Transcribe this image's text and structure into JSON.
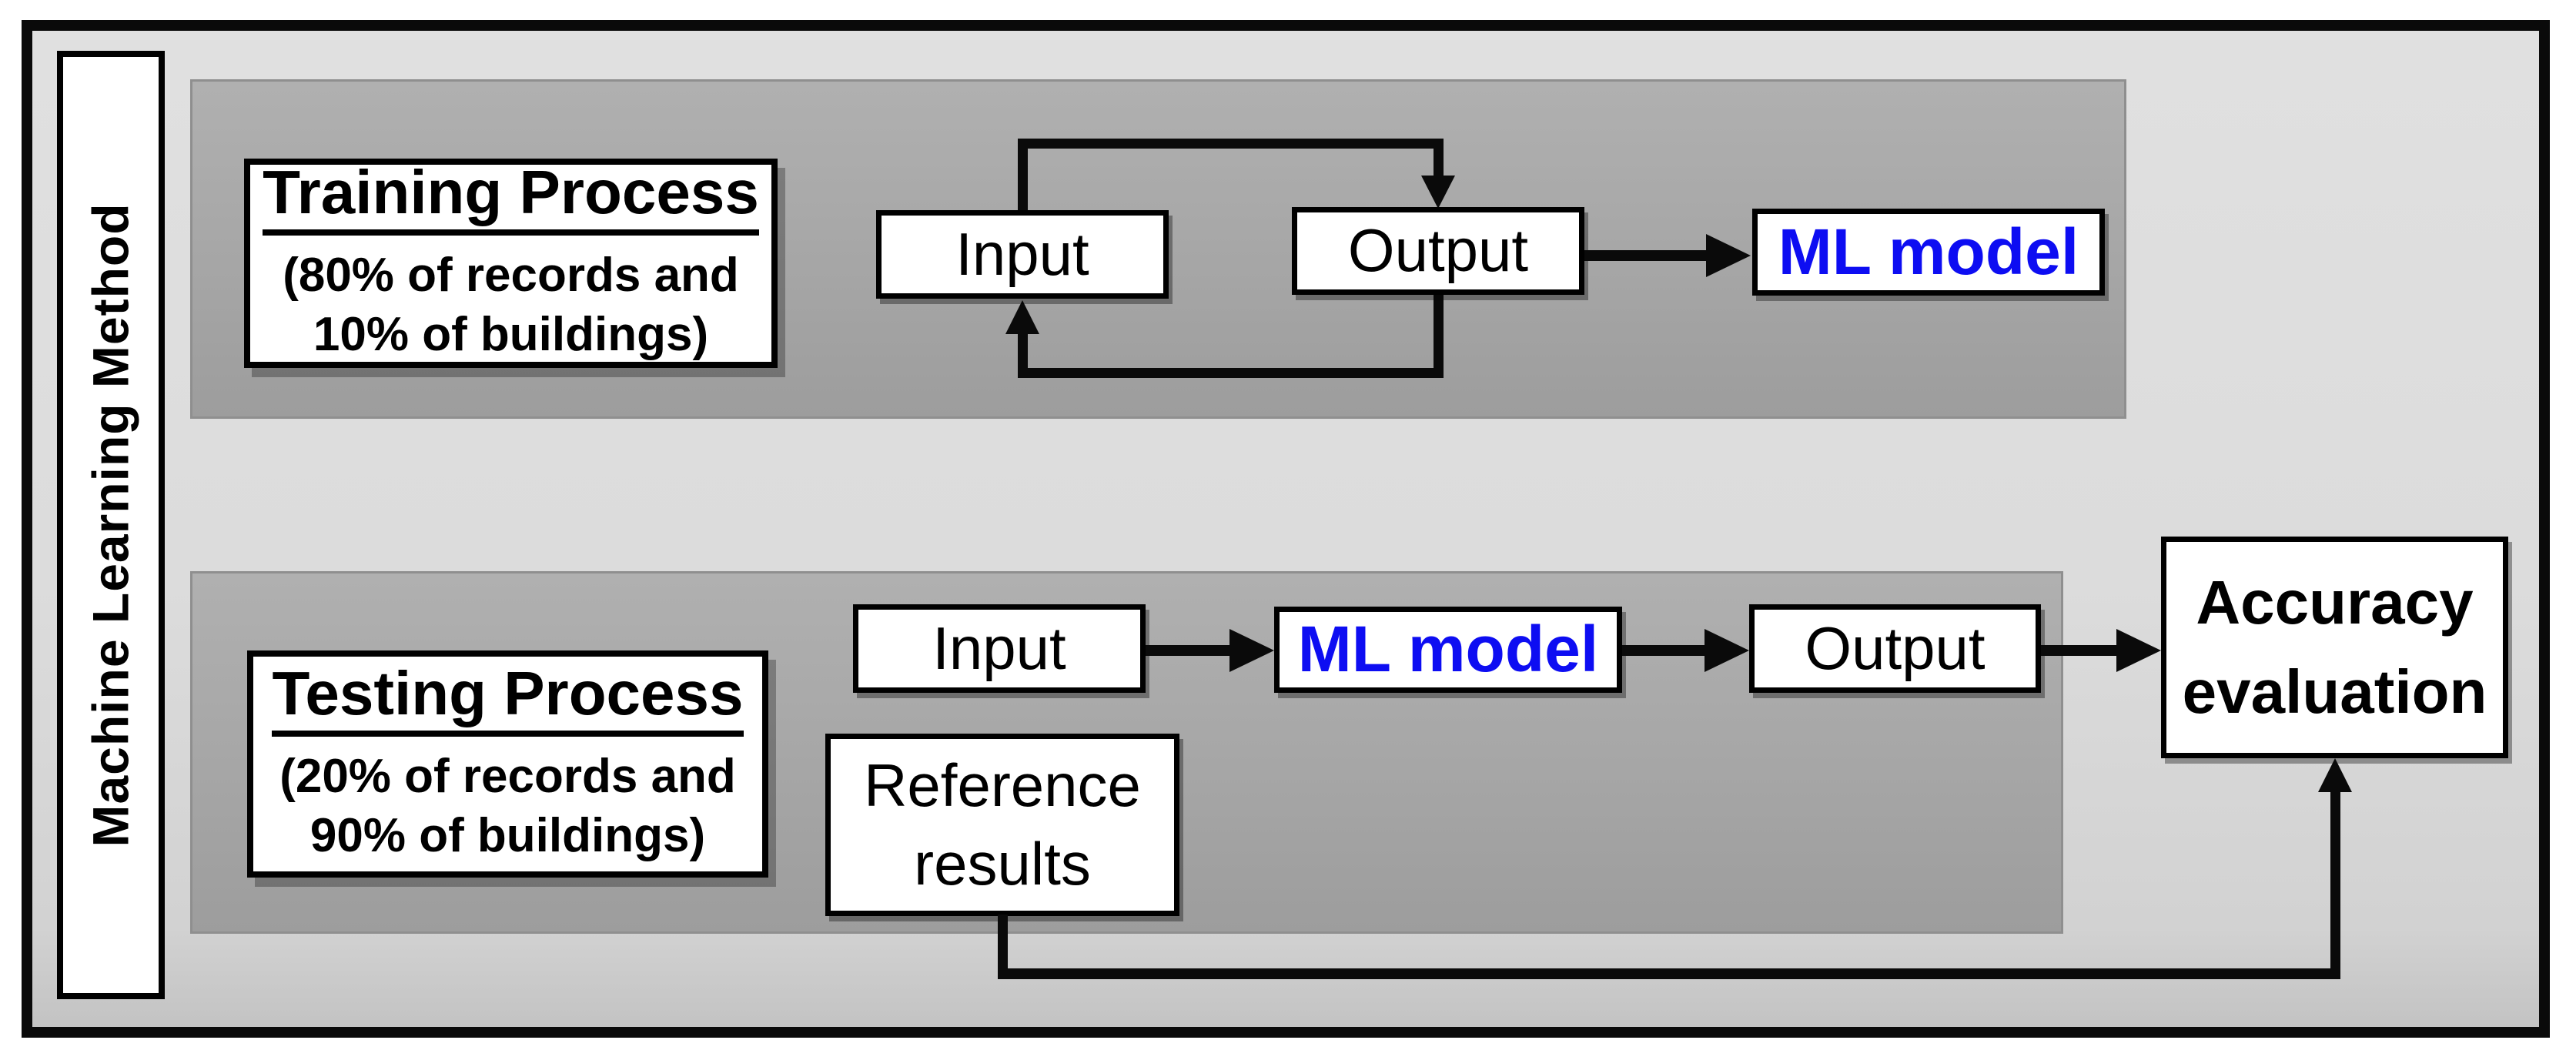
{
  "sidebar": {
    "label": "Machine Learning Method"
  },
  "training": {
    "title": "Training Process",
    "subtitle_line1": "(80% of records and",
    "subtitle_line2": "10% of buildings)",
    "boxes": {
      "input": "Input",
      "output": "Output",
      "ml_model": "ML model"
    }
  },
  "testing": {
    "title": "Testing Process",
    "subtitle_line1": "(20% of records and",
    "subtitle_line2": "90% of buildings)",
    "boxes": {
      "input": "Input",
      "ml_model": "ML model",
      "output": "Output",
      "reference": "Reference results"
    }
  },
  "evaluation": {
    "accuracy_label": "Accuracy evaluation"
  },
  "colors": {
    "canvas_gray": "#dcdcdc",
    "panel_gray": "#a6a6a6",
    "box_fill": "#ffffff",
    "line_black": "#0a0a0a",
    "ml_text_blue": "#0d0df2"
  }
}
